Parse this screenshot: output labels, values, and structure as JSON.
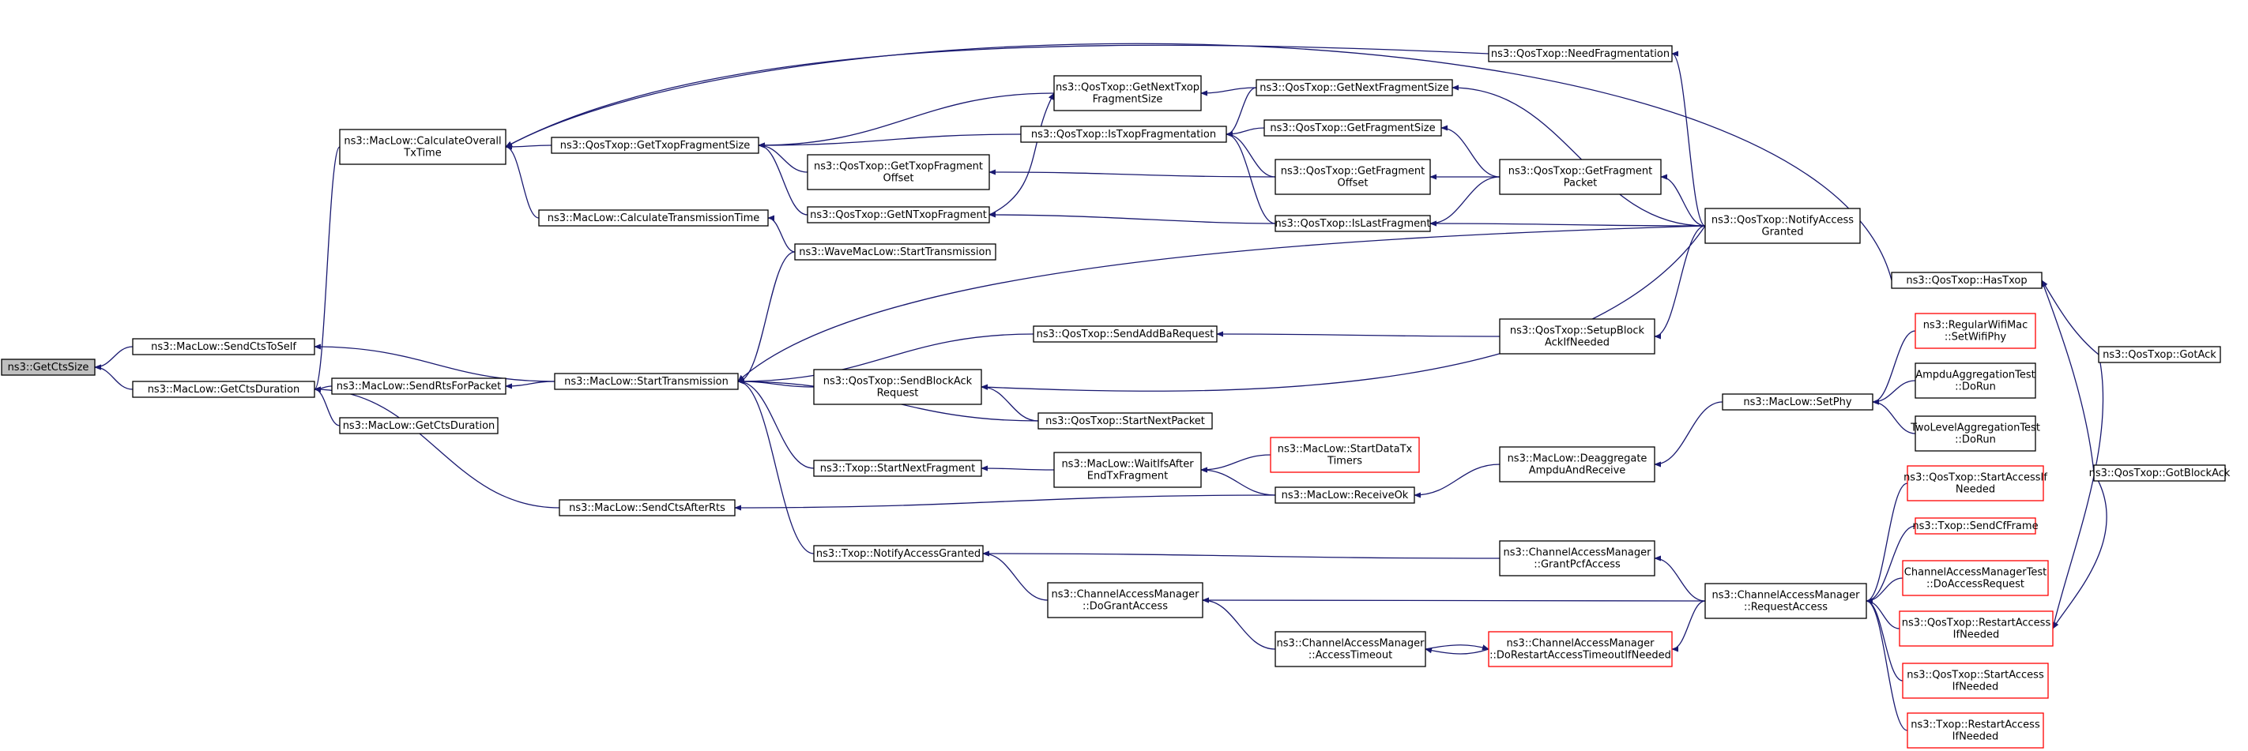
{
  "colors": {
    "edge": "#191970",
    "node_border": "#000000",
    "node_border_external": "#ff0000",
    "node_fill": "#ffffff",
    "root_fill": "#bfbfbf"
  },
  "nodes": [
    {
      "id": "n0",
      "lines": [
        "ns3::GetCtsSize"
      ],
      "style": "root"
    },
    {
      "id": "n1",
      "lines": [
        "ns3::MacLow::SendCtsToSelf"
      ],
      "style": "normal"
    },
    {
      "id": "n2",
      "lines": [
        "ns3::MacLow::GetCtsDuration"
      ],
      "style": "normal"
    },
    {
      "id": "n3",
      "lines": [
        "ns3::MacLow::CalculateOverall",
        "TxTime"
      ],
      "style": "normal"
    },
    {
      "id": "n4",
      "lines": [
        "ns3::QosTxop::GetTxopFragmentSize"
      ],
      "style": "normal"
    },
    {
      "id": "n5",
      "lines": [
        "ns3::MacLow::CalculateTransmissionTime"
      ],
      "style": "normal"
    },
    {
      "id": "n6",
      "lines": [
        "ns3::MacLow::SendRtsForPacket"
      ],
      "style": "normal"
    },
    {
      "id": "n7",
      "lines": [
        "ns3::MacLow::GetCtsDuration"
      ],
      "style": "normal"
    },
    {
      "id": "n8",
      "lines": [
        "ns3::MacLow::StartTransmission"
      ],
      "style": "normal"
    },
    {
      "id": "n9",
      "lines": [
        "ns3::MacLow::SendCtsAfterRts"
      ],
      "style": "normal"
    },
    {
      "id": "n10",
      "lines": [
        "ns3::QosTxop::GetNextTxop",
        "FragmentSize"
      ],
      "style": "normal"
    },
    {
      "id": "n11",
      "lines": [
        "ns3::QosTxop::IsTxopFragmentation"
      ],
      "style": "normal"
    },
    {
      "id": "n12",
      "lines": [
        "ns3::QosTxop::GetTxopFragment",
        "Offset"
      ],
      "style": "normal"
    },
    {
      "id": "n13",
      "lines": [
        "ns3::QosTxop::GetNTxopFragment"
      ],
      "style": "normal"
    },
    {
      "id": "n14",
      "lines": [
        "ns3::WaveMacLow::StartTransmission"
      ],
      "style": "normal"
    },
    {
      "id": "n15",
      "lines": [
        "ns3::QosTxop::SendAddBaRequest"
      ],
      "style": "normal"
    },
    {
      "id": "n16",
      "lines": [
        "ns3::QosTxop::SendBlockAck",
        "Request"
      ],
      "style": "normal"
    },
    {
      "id": "n17",
      "lines": [
        "ns3::QosTxop::StartNextPacket"
      ],
      "style": "normal"
    },
    {
      "id": "n18",
      "lines": [
        "ns3::Txop::StartNextFragment"
      ],
      "style": "normal"
    },
    {
      "id": "n19",
      "lines": [
        "ns3::Txop::NotifyAccessGranted"
      ],
      "style": "normal"
    },
    {
      "id": "n20",
      "lines": [
        "ns3::MacLow::WaitIfsAfter",
        "EndTxFragment"
      ],
      "style": "normal"
    },
    {
      "id": "n21",
      "lines": [
        "ns3::MacLow::StartDataTx",
        "Timers"
      ],
      "style": "external"
    },
    {
      "id": "n22",
      "lines": [
        "ns3::MacLow::ReceiveOk"
      ],
      "style": "normal"
    },
    {
      "id": "n23",
      "lines": [
        "ns3::ChannelAccessManager",
        "::DoGrantAccess"
      ],
      "style": "normal"
    },
    {
      "id": "n24",
      "lines": [
        "ns3::ChannelAccessManager",
        "::AccessTimeout"
      ],
      "style": "normal"
    },
    {
      "id": "n25",
      "lines": [
        "ns3::ChannelAccessManager",
        "::DoRestartAccessTimeoutIfNeeded"
      ],
      "style": "external"
    },
    {
      "id": "n26",
      "lines": [
        "ns3::QosTxop::NeedFragmentation"
      ],
      "style": "normal"
    },
    {
      "id": "n27",
      "lines": [
        "ns3::QosTxop::GetNextFragmentSize"
      ],
      "style": "normal"
    },
    {
      "id": "n28",
      "lines": [
        "ns3::QosTxop::GetFragmentSize"
      ],
      "style": "normal"
    },
    {
      "id": "n29",
      "lines": [
        "ns3::QosTxop::GetFragment",
        "Offset"
      ],
      "style": "normal"
    },
    {
      "id": "n30",
      "lines": [
        "ns3::QosTxop::IsLastFragment"
      ],
      "style": "normal"
    },
    {
      "id": "n31",
      "lines": [
        "ns3::QosTxop::GetFragment",
        "Packet"
      ],
      "style": "normal"
    },
    {
      "id": "n32",
      "lines": [
        "ns3::QosTxop::SetupBlock",
        "AckIfNeeded"
      ],
      "style": "normal"
    },
    {
      "id": "n33",
      "lines": [
        "ns3::MacLow::Deaggregate",
        "AmpduAndReceive"
      ],
      "style": "normal"
    },
    {
      "id": "n34",
      "lines": [
        "ns3::ChannelAccessManager",
        "::GrantPcfAccess"
      ],
      "style": "normal"
    },
    {
      "id": "n35",
      "lines": [
        "ns3::QosTxop::NotifyAccess",
        "Granted"
      ],
      "style": "normal"
    },
    {
      "id": "n36",
      "lines": [
        "ns3::MacLow::SetPhy"
      ],
      "style": "normal"
    },
    {
      "id": "n37",
      "lines": [
        "ns3::ChannelAccessManager",
        "::RequestAccess"
      ],
      "style": "normal"
    },
    {
      "id": "n38",
      "lines": [
        "ns3::QosTxop::HasTxop"
      ],
      "style": "normal"
    },
    {
      "id": "n39",
      "lines": [
        "ns3::RegularWifiMac",
        "::SetWifiPhy"
      ],
      "style": "external"
    },
    {
      "id": "n40",
      "lines": [
        "AmpduAggregationTest",
        "::DoRun"
      ],
      "style": "normal"
    },
    {
      "id": "n41",
      "lines": [
        "TwoLevelAggregationTest",
        "::DoRun"
      ],
      "style": "normal"
    },
    {
      "id": "n42",
      "lines": [
        "ns3::QosTxop::StartAccessIf",
        "Needed"
      ],
      "style": "external"
    },
    {
      "id": "n43",
      "lines": [
        "ns3::Txop::SendCfFrame"
      ],
      "style": "external"
    },
    {
      "id": "n44",
      "lines": [
        "ChannelAccessManagerTest",
        "::DoAccessRequest"
      ],
      "style": "external"
    },
    {
      "id": "n45",
      "lines": [
        "ns3::QosTxop::RestartAccess",
        "IfNeeded"
      ],
      "style": "external"
    },
    {
      "id": "n46",
      "lines": [
        "ns3::QosTxop::StartAccess",
        "IfNeeded"
      ],
      "style": "external"
    },
    {
      "id": "n47",
      "lines": [
        "ns3::Txop::RestartAccess",
        "IfNeeded"
      ],
      "style": "external"
    },
    {
      "id": "n48",
      "lines": [
        "ns3::QosTxop::GotAck"
      ],
      "style": "normal"
    },
    {
      "id": "n49",
      "lines": [
        "ns3::QosTxop::GotBlockAck"
      ],
      "style": "normal"
    }
  ],
  "edges": [
    {
      "from": "n1",
      "to": "n0"
    },
    {
      "from": "n2",
      "to": "n0"
    },
    {
      "from": "n8",
      "to": "n1"
    },
    {
      "from": "n3",
      "to": "n2"
    },
    {
      "from": "n6",
      "to": "n2"
    },
    {
      "from": "n7",
      "to": "n2"
    },
    {
      "from": "n9",
      "to": "n2"
    },
    {
      "from": "n4",
      "to": "n3"
    },
    {
      "from": "n5",
      "to": "n3"
    },
    {
      "from": "n26",
      "to": "n3"
    },
    {
      "from": "n38",
      "to": "n3"
    },
    {
      "from": "n8",
      "to": "n6"
    },
    {
      "from": "n10",
      "to": "n4"
    },
    {
      "from": "n11",
      "to": "n4"
    },
    {
      "from": "n12",
      "to": "n4"
    },
    {
      "from": "n13",
      "to": "n4"
    },
    {
      "from": "n14",
      "to": "n5"
    },
    {
      "from": "n14",
      "to": "n8"
    },
    {
      "from": "n15",
      "to": "n8"
    },
    {
      "from": "n16",
      "to": "n8"
    },
    {
      "from": "n17",
      "to": "n8"
    },
    {
      "from": "n18",
      "to": "n8"
    },
    {
      "from": "n19",
      "to": "n8"
    },
    {
      "from": "n35",
      "to": "n8"
    },
    {
      "from": "n22",
      "to": "n9"
    },
    {
      "from": "n13",
      "to": "n10"
    },
    {
      "from": "n27",
      "to": "n10"
    },
    {
      "from": "n27",
      "to": "n11"
    },
    {
      "from": "n28",
      "to": "n11"
    },
    {
      "from": "n29",
      "to": "n11"
    },
    {
      "from": "n30",
      "to": "n11"
    },
    {
      "from": "n29",
      "to": "n12"
    },
    {
      "from": "n30",
      "to": "n13"
    },
    {
      "from": "n32",
      "to": "n15"
    },
    {
      "from": "n17",
      "to": "n16"
    },
    {
      "from": "n35",
      "to": "n16"
    },
    {
      "from": "n20",
      "to": "n18"
    },
    {
      "from": "n23",
      "to": "n19"
    },
    {
      "from": "n34",
      "to": "n19"
    },
    {
      "from": "n21",
      "to": "n20"
    },
    {
      "from": "n22",
      "to": "n20"
    },
    {
      "from": "n33",
      "to": "n22"
    },
    {
      "from": "n24",
      "to": "n23"
    },
    {
      "from": "n37",
      "to": "n23"
    },
    {
      "from": "n25",
      "to": "n24"
    },
    {
      "from": "n24",
      "to": "n25"
    },
    {
      "from": "n37",
      "to": "n25"
    },
    {
      "from": "n35",
      "to": "n26"
    },
    {
      "from": "n35",
      "to": "n27"
    },
    {
      "from": "n31",
      "to": "n28"
    },
    {
      "from": "n31",
      "to": "n29"
    },
    {
      "from": "n31",
      "to": "n30"
    },
    {
      "from": "n35",
      "to": "n30"
    },
    {
      "from": "n35",
      "to": "n31"
    },
    {
      "from": "n35",
      "to": "n32"
    },
    {
      "from": "n36",
      "to": "n33"
    },
    {
      "from": "n37",
      "to": "n34"
    },
    {
      "from": "n39",
      "to": "n36"
    },
    {
      "from": "n40",
      "to": "n36"
    },
    {
      "from": "n41",
      "to": "n36"
    },
    {
      "from": "n42",
      "to": "n37"
    },
    {
      "from": "n43",
      "to": "n37"
    },
    {
      "from": "n44",
      "to": "n37"
    },
    {
      "from": "n45",
      "to": "n37"
    },
    {
      "from": "n46",
      "to": "n37"
    },
    {
      "from": "n47",
      "to": "n37"
    },
    {
      "from": "n48",
      "to": "n38"
    },
    {
      "from": "n49",
      "to": "n38"
    },
    {
      "from": "n48",
      "to": "n45"
    },
    {
      "from": "n49",
      "to": "n45"
    }
  ]
}
